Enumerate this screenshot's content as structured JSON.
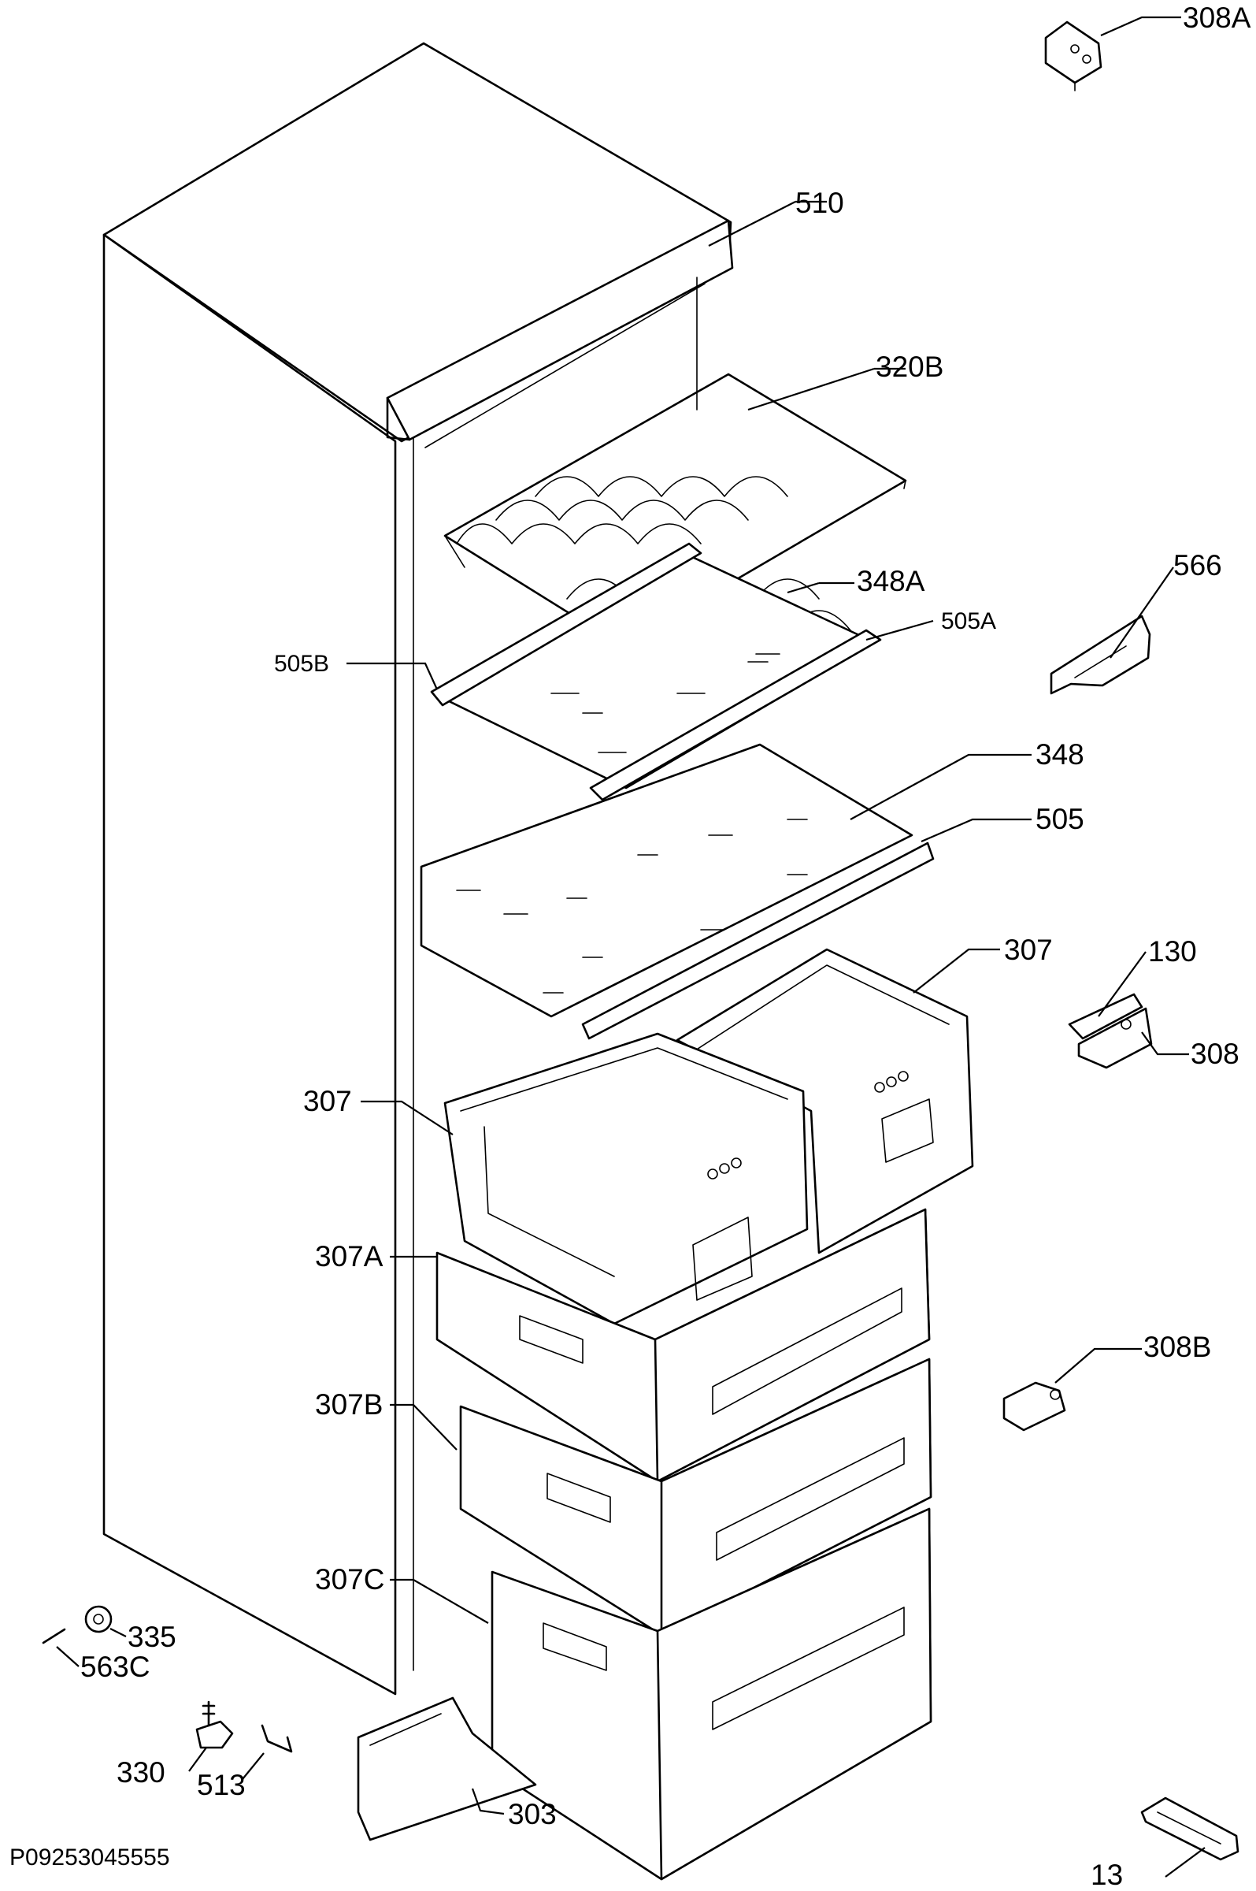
{
  "labels": {
    "p308A": "308A",
    "p510": "510",
    "p320B": "320B",
    "p566": "566",
    "p348A": "348A",
    "p505A": "505A",
    "p505B": "505B",
    "p348": "348",
    "p505": "505",
    "p307_right": "307",
    "p130": "130",
    "p308": "308",
    "p307_left": "307",
    "p307A": "307A",
    "p308B": "308B",
    "p307B": "307B",
    "p307C": "307C",
    "p335": "335",
    "p563C": "563C",
    "p330": "330",
    "p513": "513",
    "p303": "303",
    "p13": "13"
  },
  "drawing_code": "P09253045555"
}
